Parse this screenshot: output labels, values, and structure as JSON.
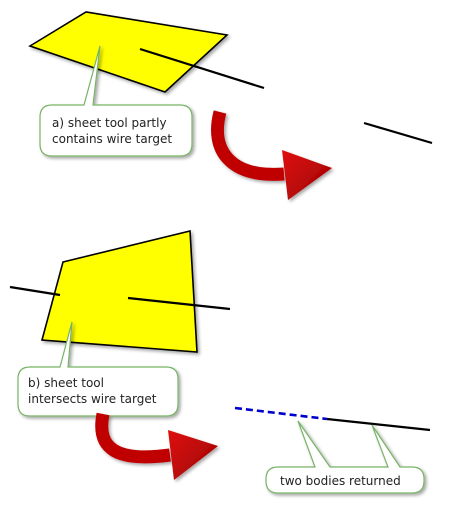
{
  "diagram": {
    "panel_a": {
      "callout_line1": "a) sheet tool partly",
      "callout_line2": "contains wire target"
    },
    "panel_b": {
      "callout_line1": "b) sheet tool",
      "callout_line2": "intersects wire target",
      "result_callout": "two bodies returned"
    }
  },
  "colors": {
    "sheet_fill": "#ffff00",
    "sheet_stroke": "#000000",
    "wire": "#000000",
    "wire_dashed": "#0000cc",
    "arrow_fill": "#c00000",
    "arrow_dark": "#7a0000",
    "callout_stroke": "#77b366",
    "callout_fill": "#ffffff"
  }
}
